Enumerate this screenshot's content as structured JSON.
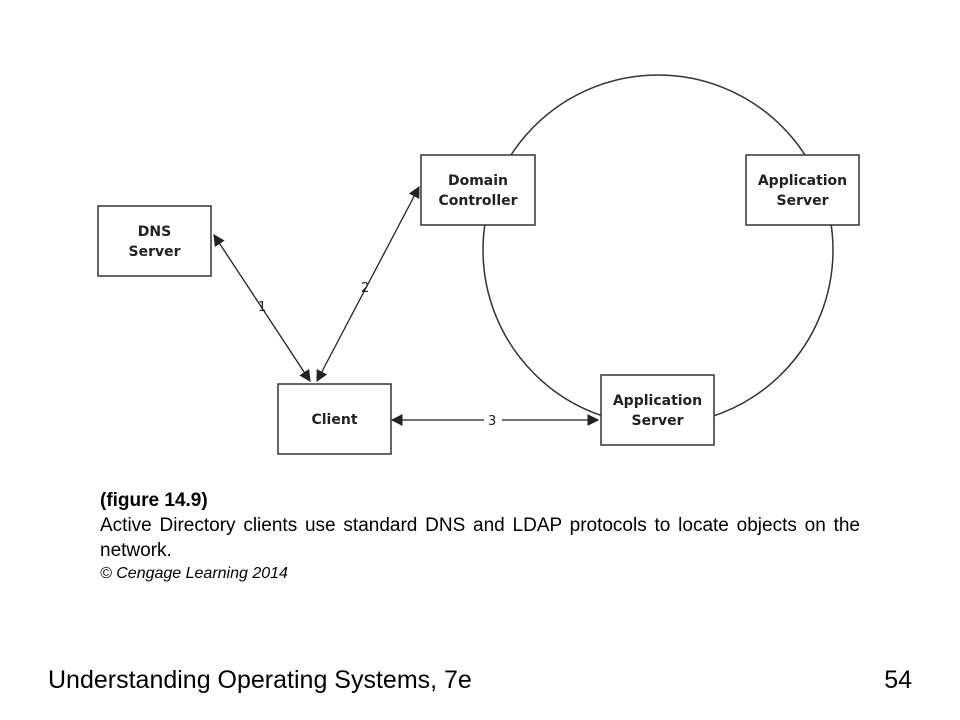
{
  "diagram": {
    "nodes": [
      {
        "id": "dns",
        "lines": [
          "DNS",
          "Server"
        ]
      },
      {
        "id": "dc",
        "lines": [
          "Domain",
          "Controller"
        ]
      },
      {
        "id": "app1",
        "lines": [
          "Application",
          "Server"
        ]
      },
      {
        "id": "client",
        "lines": [
          "Client"
        ]
      },
      {
        "id": "app2",
        "lines": [
          "Application",
          "Server"
        ]
      }
    ],
    "edges": [
      {
        "from": "client",
        "to": "dns",
        "label": "1"
      },
      {
        "from": "client",
        "to": "dc",
        "label": "2"
      },
      {
        "from": "client",
        "to": "app2",
        "label": "3"
      }
    ]
  },
  "caption": {
    "figure": "(figure 14.9)",
    "description": "Active Directory clients use standard DNS and LDAP protocols to locate objects on the network.",
    "copyright": "© Cengage Learning 2014"
  },
  "footer": {
    "title": "Understanding Operating Systems, 7e",
    "page_number": "54"
  }
}
